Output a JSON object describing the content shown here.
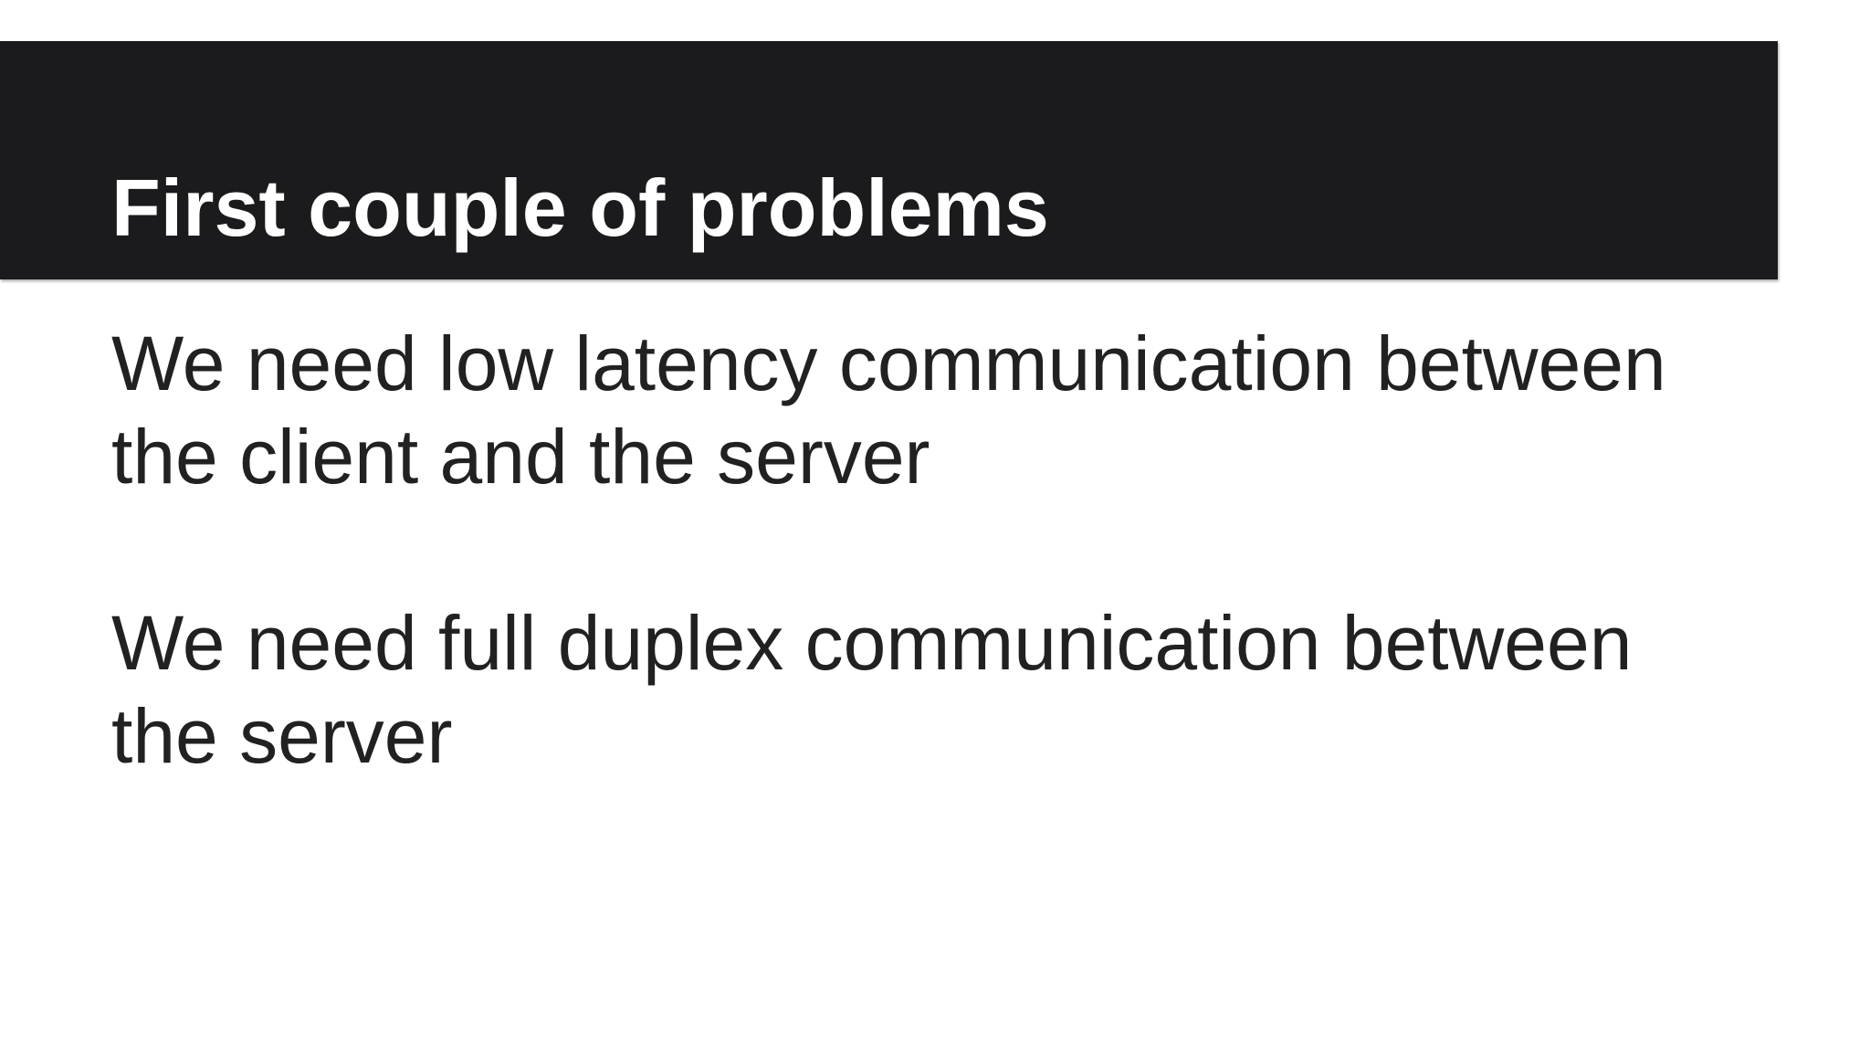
{
  "slide": {
    "title": "First couple of problems",
    "paragraphs": [
      "We need low latency communication between the client and the server",
      "We need full duplex communication between the server"
    ],
    "colors": {
      "header_bg": "#1b1b1d",
      "title_text": "#ffffff",
      "body_text": "#212121",
      "background": "#ffffff"
    }
  }
}
